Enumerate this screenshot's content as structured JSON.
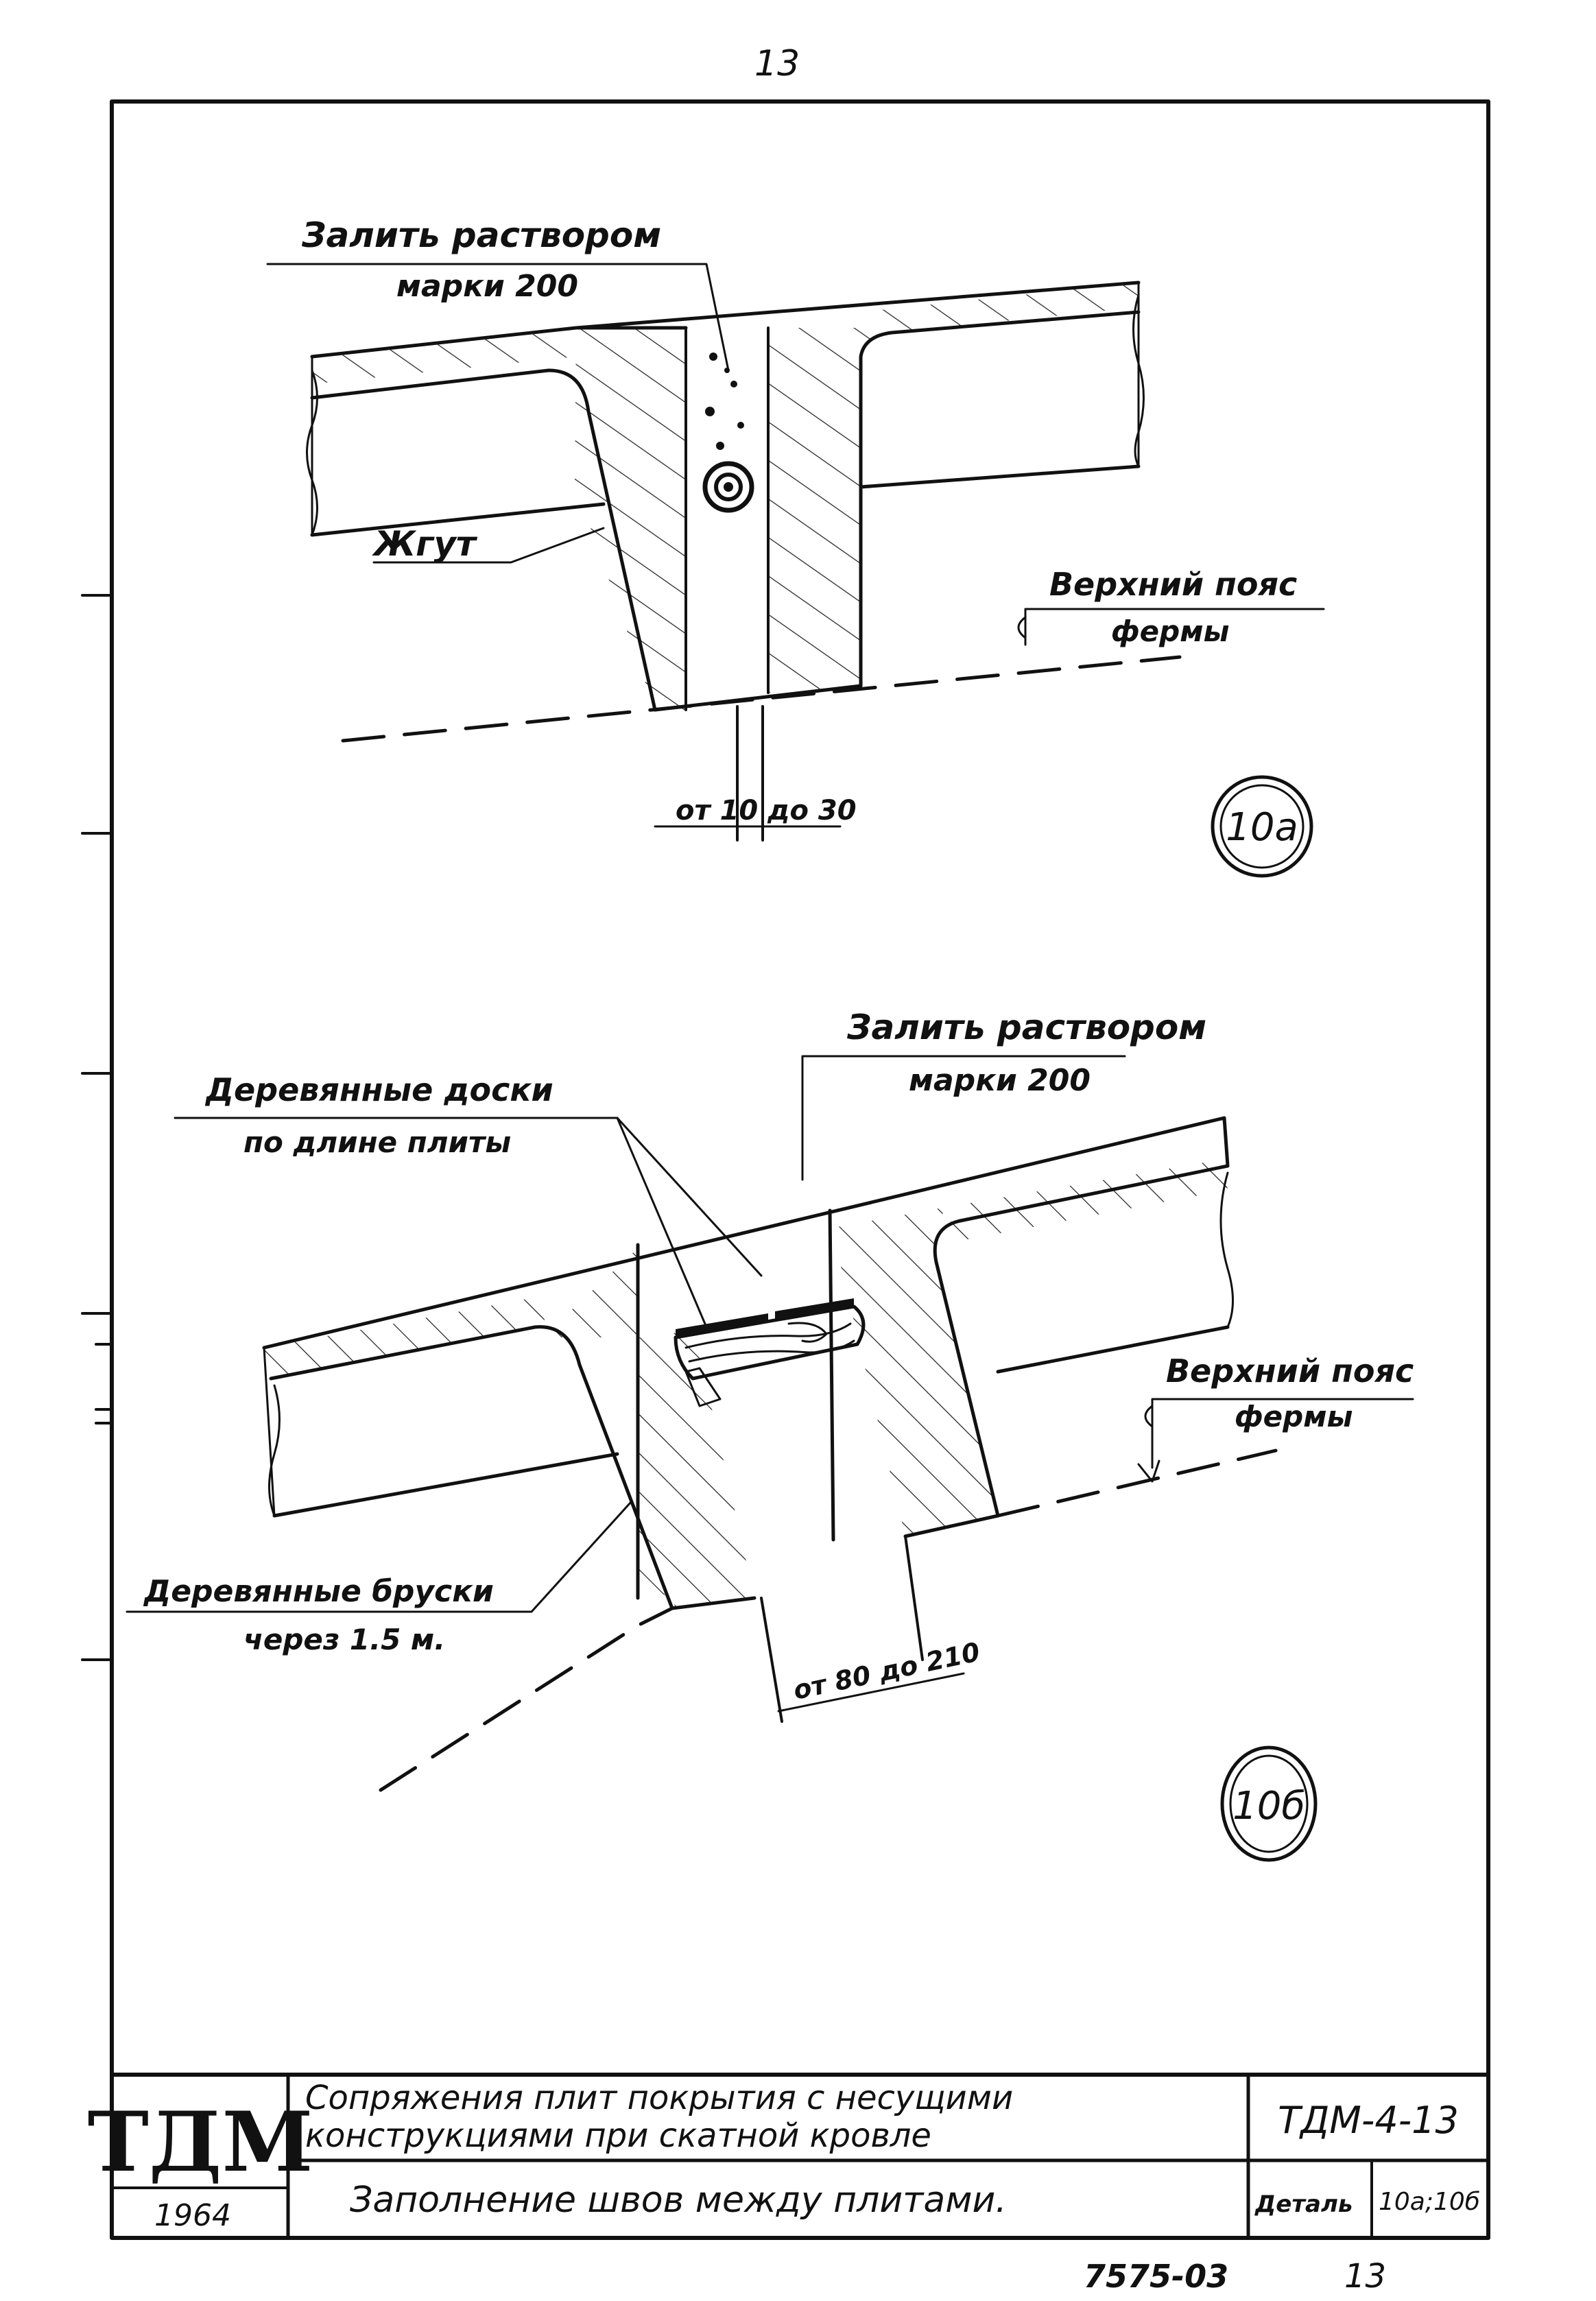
{
  "sheet": {
    "page_number_top": "13",
    "page_number_bottom": "13",
    "archive_number": "7575-03"
  },
  "detail_a": {
    "label_mortar_line1": "Залить раствором",
    "label_mortar_line2": "марки 200",
    "label_rope": "Жгут",
    "label_truss_line1": "Верхний пояс",
    "label_truss_line2": "фермы",
    "label_gap": "от 10  до 30",
    "marker": "10а"
  },
  "detail_b": {
    "label_mortar_line1": "Залить раствором",
    "label_mortar_line2": "марки 200",
    "label_boards_line1": "Деревянные доски",
    "label_boards_line2": "по длине плиты",
    "label_truss_line1": "Верхний пояс",
    "label_truss_line2": "фермы",
    "label_bars_line1": "Деревянные бруски",
    "label_bars_line2": "через 1.5 м.",
    "label_gap": "от 80 до 210",
    "marker": "10б"
  },
  "title_block": {
    "logo": "ТДМ",
    "year": "1964",
    "title_line1": "Сопряжения плит покрытия с несущими",
    "title_line2": "конструкциями при скатной кровле",
    "subtitle": "Заполнение швов между плитами.",
    "code": "ТДМ-4-13",
    "detail_label": "Деталь",
    "detail_value": "10а;10б"
  }
}
